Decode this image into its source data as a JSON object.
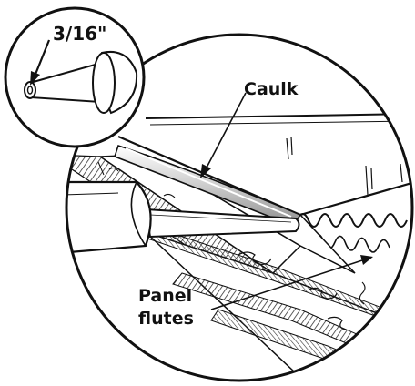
{
  "labels": {
    "bead_size": "3/16\"",
    "caulk": "Caulk",
    "panel_line1": "Panel",
    "panel_line2": "flutes"
  },
  "colors": {
    "ink": "#111111",
    "paper": "#ffffff",
    "caulk_shade": "#b8b8b8",
    "hatch": "#444444"
  }
}
